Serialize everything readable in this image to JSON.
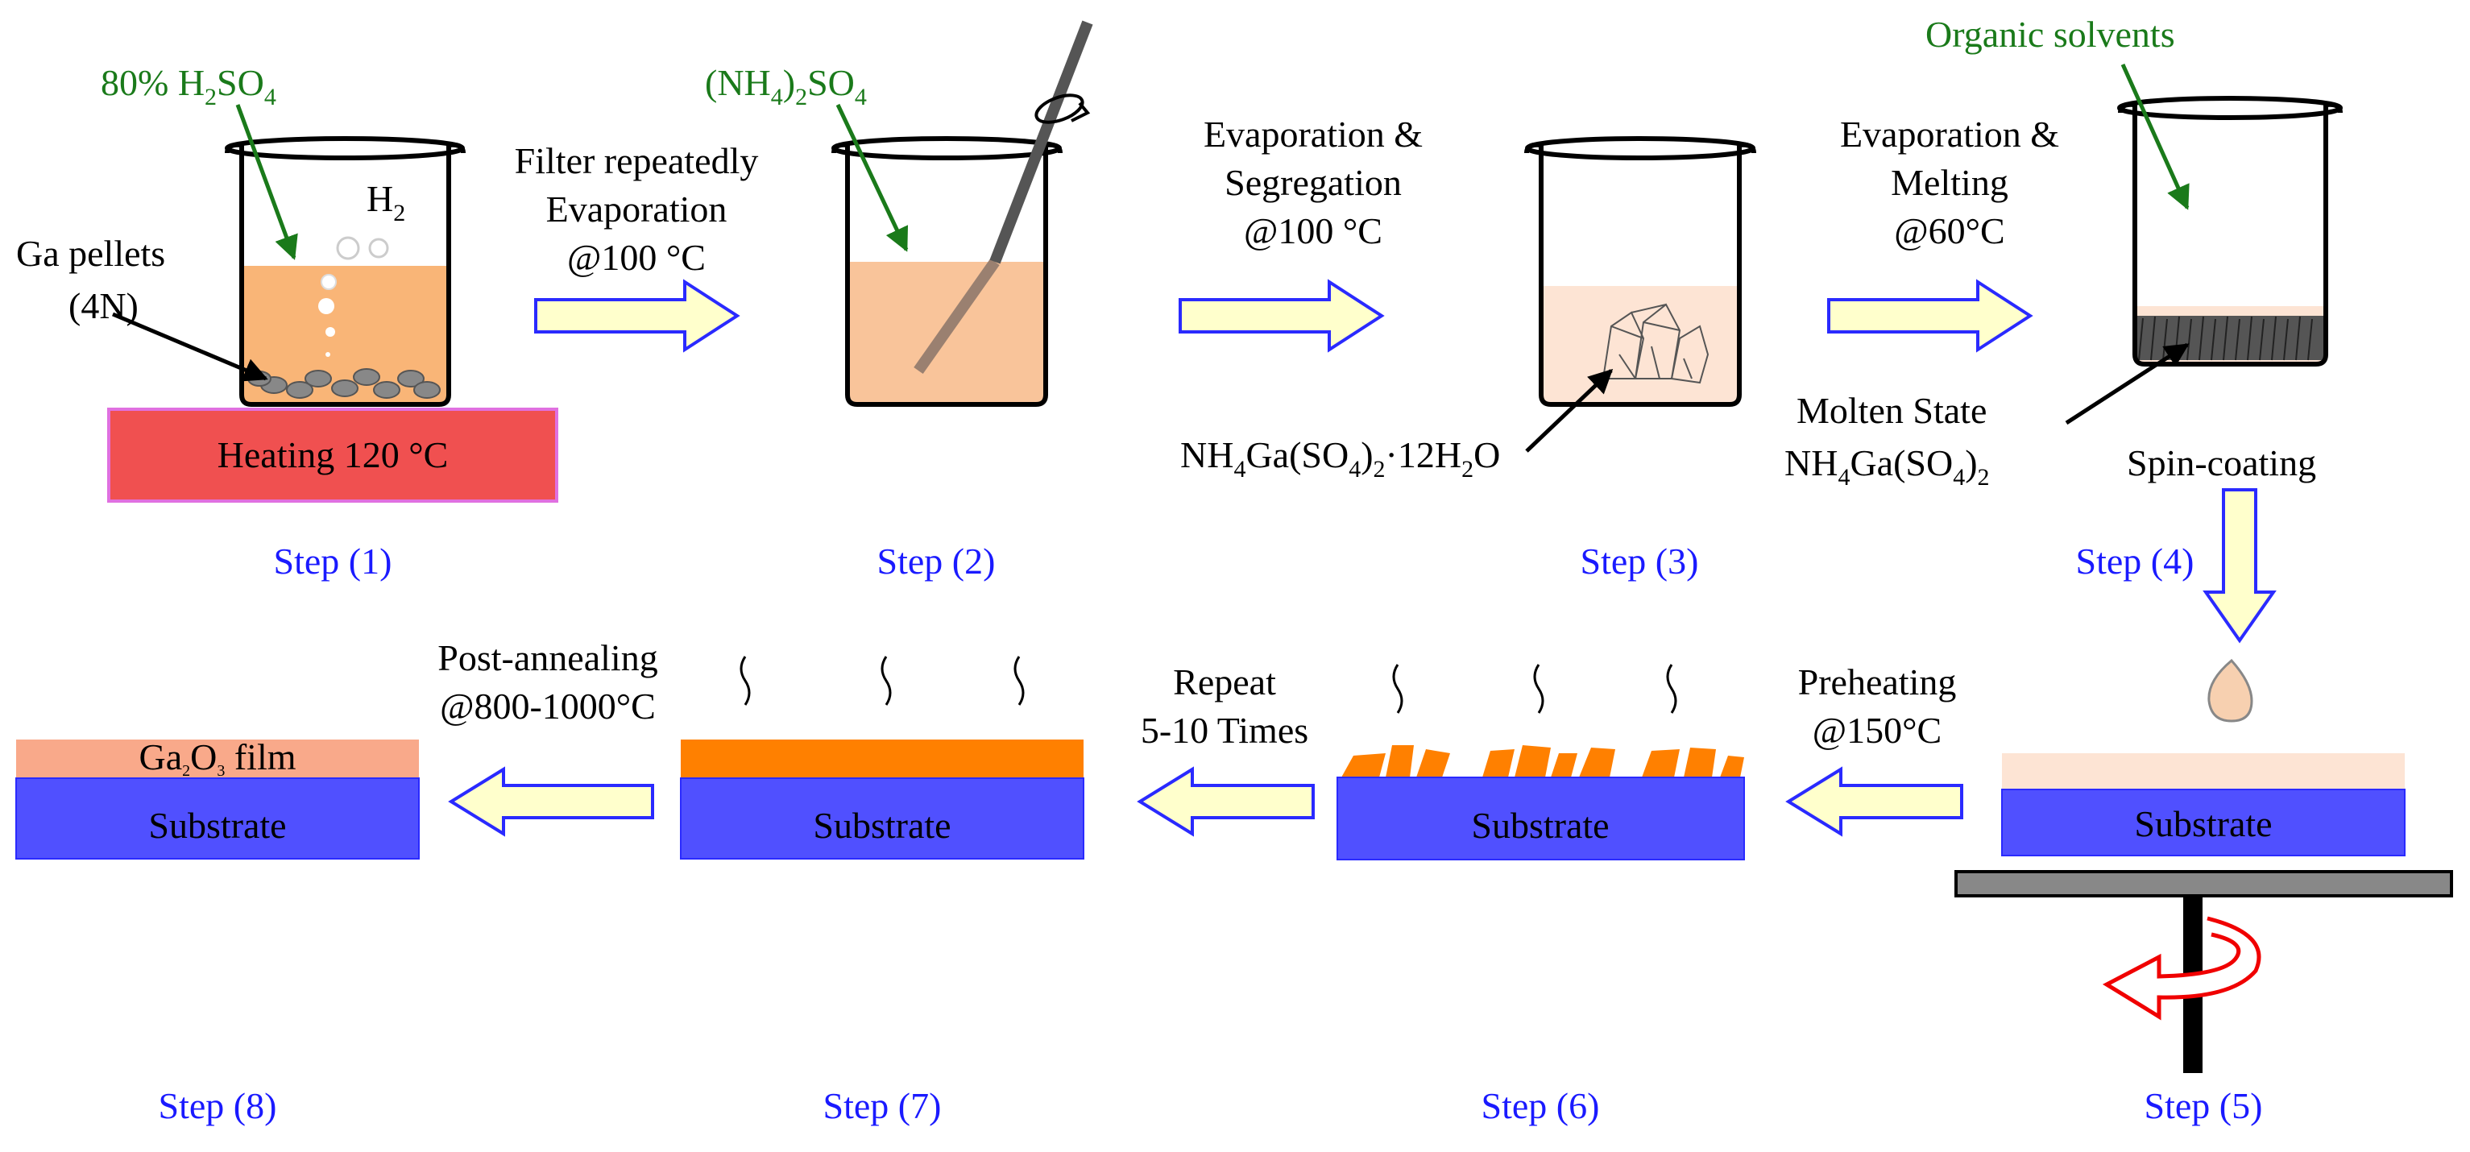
{
  "steps": [
    "Step (1)",
    "Step (2)",
    "Step (3)",
    "Step (4)",
    "Step (5)",
    "Step (6)",
    "Step (7)",
    "Step (8)"
  ],
  "step1": {
    "acid_pct": "80% H",
    "acid_sub": "2",
    "acid_rest": "SO",
    "acid_sub2": "4",
    "h2": "H",
    "h2_sub": "2",
    "pellets_line1": "Ga pellets",
    "pellets_line2": "(4N)",
    "heater": "Heating 120 °C"
  },
  "arrow1": {
    "line1": "Filter repeatedly",
    "line2": "Evaporation",
    "line3": "@100 °C"
  },
  "step2": {
    "salt_a": "(NH",
    "salt_sub1": "4",
    "salt_b": ")",
    "salt_sub2": "2",
    "salt_c": "SO",
    "salt_sub3": "4"
  },
  "arrow2": {
    "line1": "Evaporation &",
    "line2": "Segregation",
    "line3": "@100 °C"
  },
  "step3": {
    "f1": "NH",
    "s1": "4",
    "f2": "Ga(SO",
    "s2": "4",
    "f3": ")",
    "s3": "2",
    "f4": "·12H",
    "s4": "2",
    "f5": "O"
  },
  "arrow3": {
    "line1": "Evaporation &",
    "line2": "Melting",
    "line3": "@60°C"
  },
  "step4": {
    "solvents": "Organic solvents",
    "molten1": "Molten State",
    "m1": "NH",
    "ms1": "4",
    "m2": "Ga(SO",
    "ms2": "4",
    "m3": ")",
    "ms3": "2",
    "spin": "Spin-coating"
  },
  "substrate": "Substrate",
  "arrow5": {
    "line1": "Preheating",
    "line2": "@150°C"
  },
  "arrow6": {
    "line1": "Repeat",
    "line2": "5-10 Times"
  },
  "arrow7": {
    "line1": "Post-annealing",
    "line2": "@800-1000°C"
  },
  "film": {
    "a": "Ga",
    "s1": "2",
    "b": "O",
    "s2": "3",
    "c": " film"
  },
  "colors": {
    "step_label": "#1a1aff",
    "green_label": "#1a7a1a",
    "solution": "#f9c49a",
    "heater": "#f05050",
    "substrate": "#5050ff",
    "film_orange": "#ff8000",
    "film_peach": "#f9a98a",
    "arrow_fill": "#ffffcc",
    "arrow_stroke": "#2a2aff"
  }
}
